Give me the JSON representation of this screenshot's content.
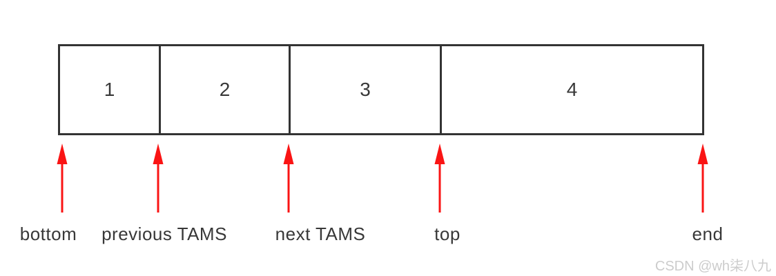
{
  "diagram": {
    "description_note": "memory region segments diagram",
    "sections": [
      {
        "label": "1"
      },
      {
        "label": "2"
      },
      {
        "label": "3"
      },
      {
        "label": "4"
      }
    ],
    "pointers": [
      {
        "label": "bottom"
      },
      {
        "label": "previous TAMS"
      },
      {
        "label": "next TAMS"
      },
      {
        "label": "top"
      },
      {
        "label": "end"
      }
    ]
  },
  "colors": {
    "arrow_red": "#fa1414",
    "box_border": "#333333",
    "label_text": "#383838",
    "watermark_gray": "#cccccc",
    "background": "#ffffff"
  },
  "watermark": {
    "text": "CSDN @wh柒八九"
  }
}
